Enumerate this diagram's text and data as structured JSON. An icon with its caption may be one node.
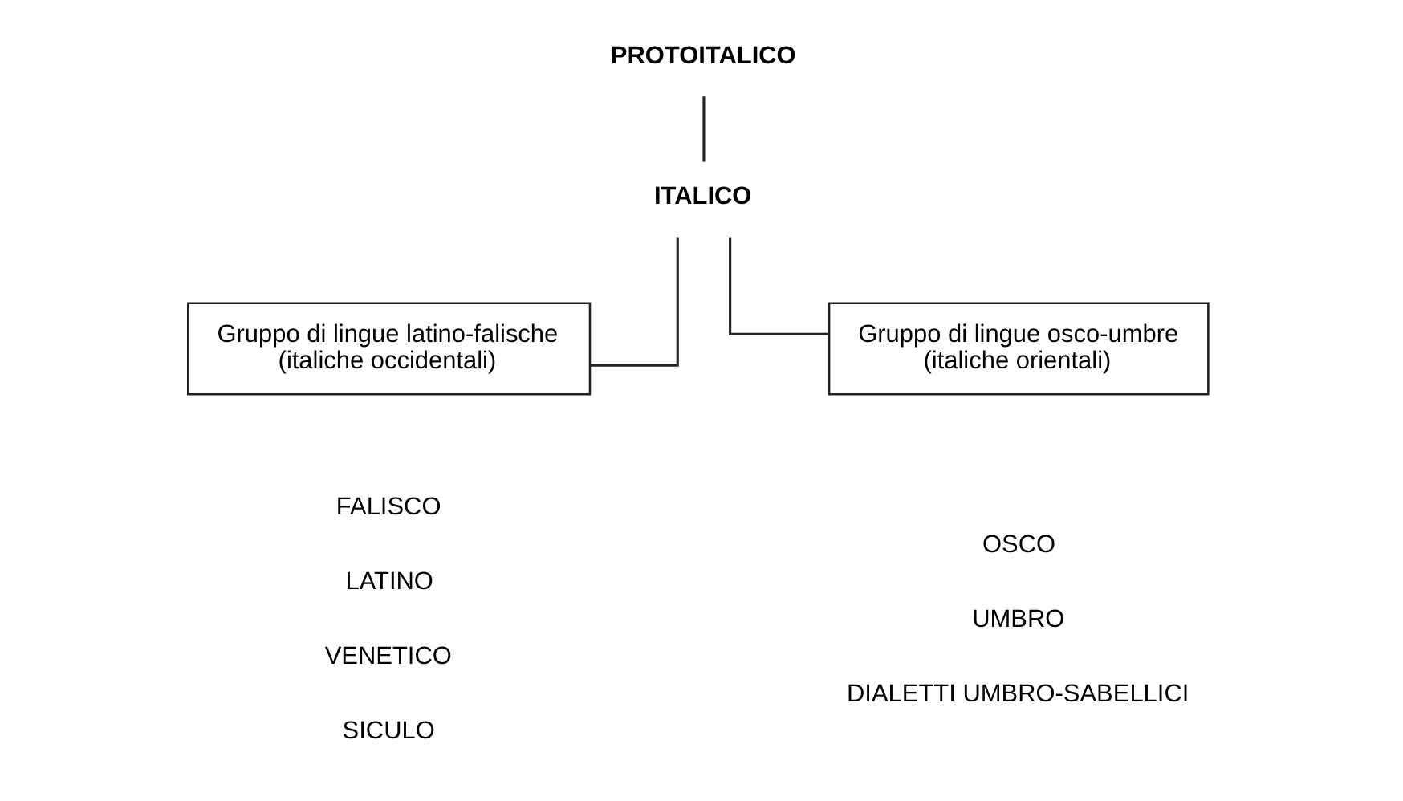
{
  "diagram": {
    "nodes": [
      {
        "text": [
          "PROTOITALICO"
        ]
      },
      {
        "text": [
          "ITALICO"
        ]
      },
      {
        "text": [
          "Gruppo di lingue latino-falische (italiche occidentali)"
        ],
        "beside": [
          "FALISCO",
          "LATINO",
          "VENETICO",
          "SICULO"
        ]
      },
      {
        "text": [
          "Gruppo di lingue osco-umbre (italiche orientali)"
        ],
        "beside": [
          "OSCO",
          "UMBRO",
          "DIALETTI UMBRO-SABELLICI"
        ]
      }
    ],
    "edges": [
      {
        "from": 0,
        "to": 1,
        "arrow": "none"
      },
      {
        "from": 1,
        "to": 2,
        "arrow": "none"
      },
      {
        "from": 1,
        "to": 3,
        "arrow": "none"
      }
    ]
  }
}
